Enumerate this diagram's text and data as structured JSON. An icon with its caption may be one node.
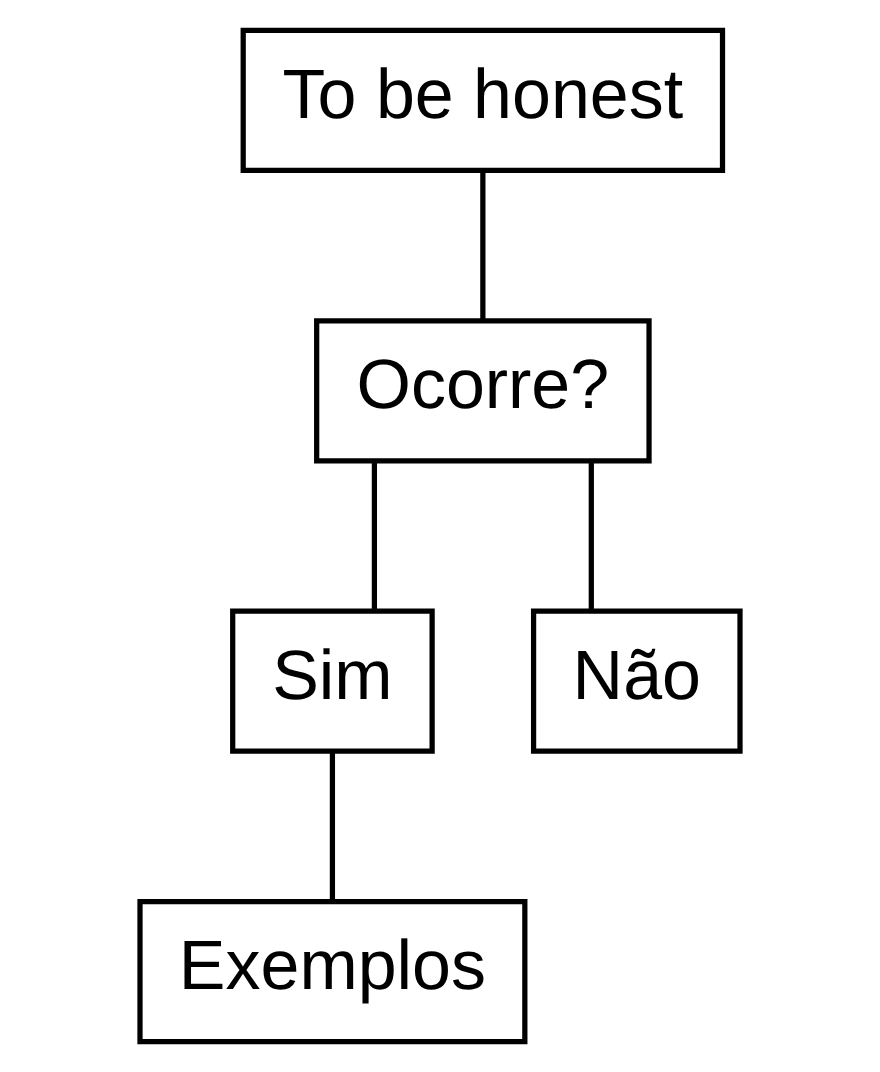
{
  "diagram": {
    "nodes": [
      {
        "text": [
          "To be honest"
        ]
      },
      {
        "text": [
          "Ocorre?"
        ]
      },
      {
        "text": [
          "Sim"
        ]
      },
      {
        "text": [
          "Não"
        ]
      },
      {
        "text": [
          "Exemplos"
        ]
      }
    ],
    "edges": [
      {
        "from": 0,
        "to": 1,
        "arrow": "none"
      },
      {
        "from": 1,
        "to": 2,
        "arrow": "none"
      },
      {
        "from": 1,
        "to": 3,
        "arrow": "none"
      },
      {
        "from": 2,
        "to": 4,
        "arrow": "none"
      }
    ]
  }
}
